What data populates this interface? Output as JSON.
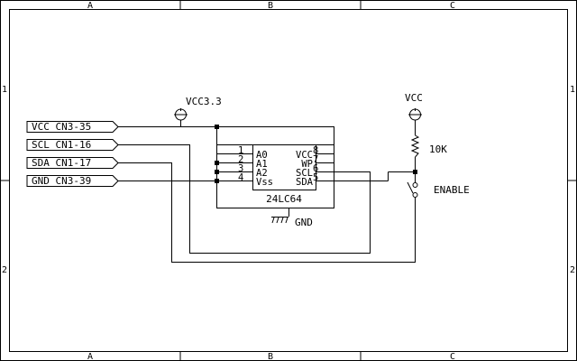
{
  "frame": {
    "columns": [
      "A",
      "B",
      "C"
    ],
    "rows": [
      "1",
      "2"
    ]
  },
  "nets": {
    "vcc33": "VCC3.3",
    "vcc": "VCC",
    "gnd": "GND"
  },
  "connectors": [
    {
      "label": "VCC  CN3-35"
    },
    {
      "label": "SCL  CN1-16"
    },
    {
      "label": "SDA  CN1-17"
    },
    {
      "label": "GND  CN3-39"
    }
  ],
  "ic": {
    "part": "24LC64",
    "left_pins": [
      {
        "num": "1",
        "name": "A0"
      },
      {
        "num": "2",
        "name": "A1"
      },
      {
        "num": "3",
        "name": "A2"
      },
      {
        "num": "4",
        "name": "Vss"
      }
    ],
    "right_pins": [
      {
        "num": "8",
        "name": "VCC"
      },
      {
        "num": "7",
        "name": "WP"
      },
      {
        "num": "6",
        "name": "SCL"
      },
      {
        "num": "5",
        "name": "SDA"
      }
    ]
  },
  "resistor": {
    "value": "10K"
  },
  "switch": {
    "label": "ENABLE"
  }
}
